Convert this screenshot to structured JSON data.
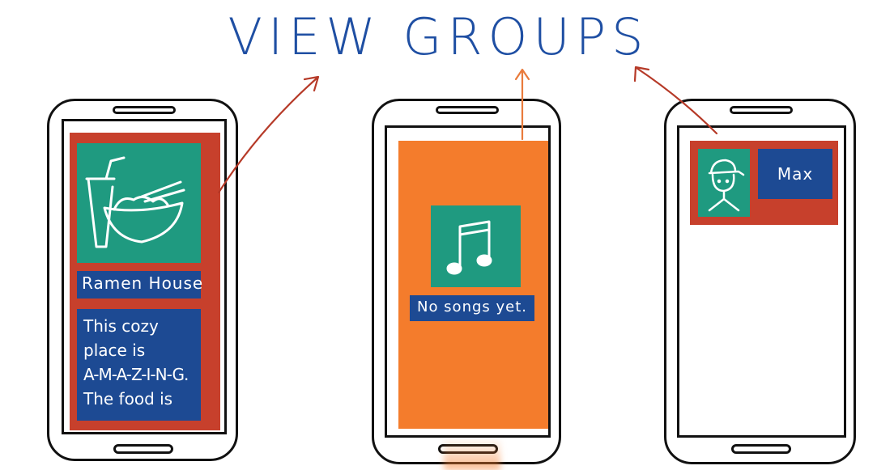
{
  "title": "VIEW GROUPS",
  "colors": {
    "red": "#c7402c",
    "teal": "#1f9a80",
    "navy": "#1d4a93",
    "orange": "#f47c2c",
    "title_blue": "#1f4fa3"
  },
  "phones": [
    {
      "name": "restaurant-phone",
      "image_icon": "ramen-bowl-icon",
      "label": "Ramen House",
      "description_lines": [
        "This cozy",
        "place is",
        "A-M-A-Z-I-N-G.",
        "The food is"
      ]
    },
    {
      "name": "music-phone",
      "image_icon": "music-note-icon",
      "label": "No songs yet."
    },
    {
      "name": "profile-phone",
      "image_icon": "avatar-icon",
      "label": "Max"
    }
  ]
}
